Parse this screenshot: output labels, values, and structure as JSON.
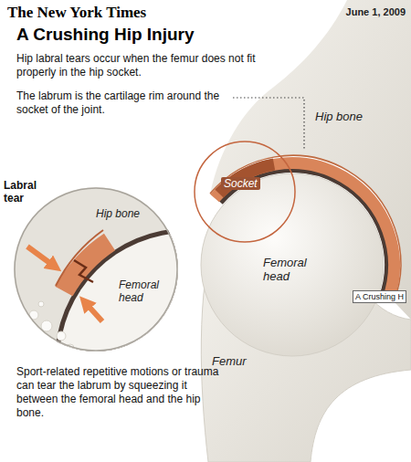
{
  "diagram": {
    "title": "A Crushing Hip Injury",
    "nodes": [
      {
        "text": [
          "Socket"
        ]
      },
      {
        "text": [
          "Hip bone",
          "Femoral head"
        ]
      }
    ],
    "labels": [
      "The New York Times",
      "June 1, 2009",
      "Hip labral tears occur when the femur does not fit properly in the hip socket.",
      "The labrum is the cartilage rim around the socket of the joint.",
      "Hip bone",
      "Femoral head",
      "Labral tear",
      "Femur",
      "Sport-related repetitive motions or trauma can tear the labrum by squeezing it between the femoral head and the hip bone.",
      "A Crushing H"
    ]
  }
}
